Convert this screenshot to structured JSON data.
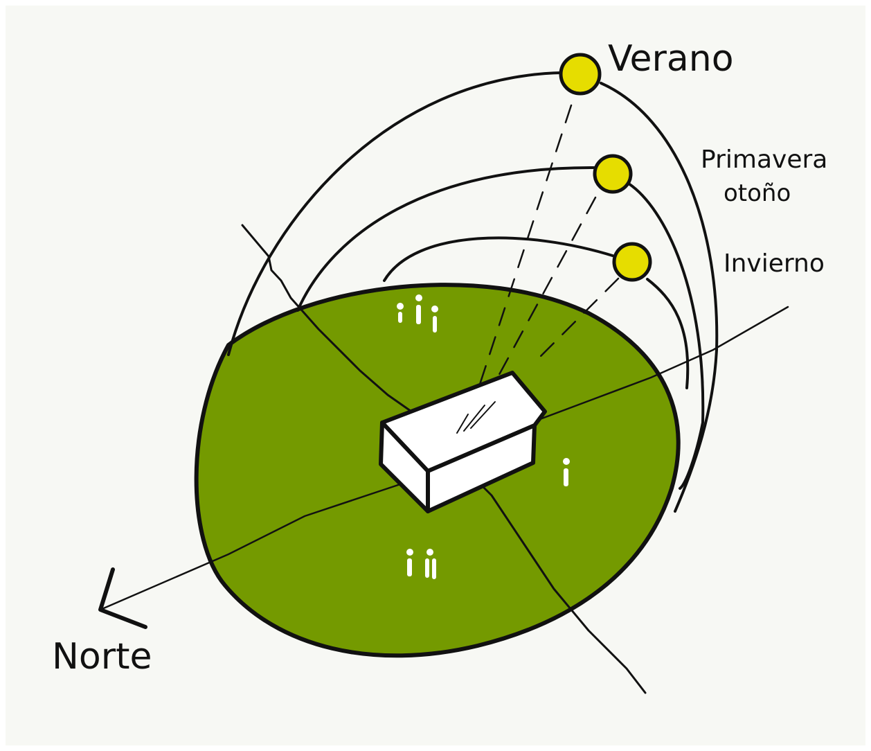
{
  "labels": {
    "summer": "Verano",
    "spring_autumn_1": "Primavera",
    "spring_autumn_2": "otoño",
    "winter": "Invierno",
    "north": "Norte"
  },
  "colors": {
    "background": "#F7F8F4",
    "ground": "#749A00",
    "sun": "#E6DD00",
    "ink": "#111111",
    "building": "#FFFFFF"
  }
}
